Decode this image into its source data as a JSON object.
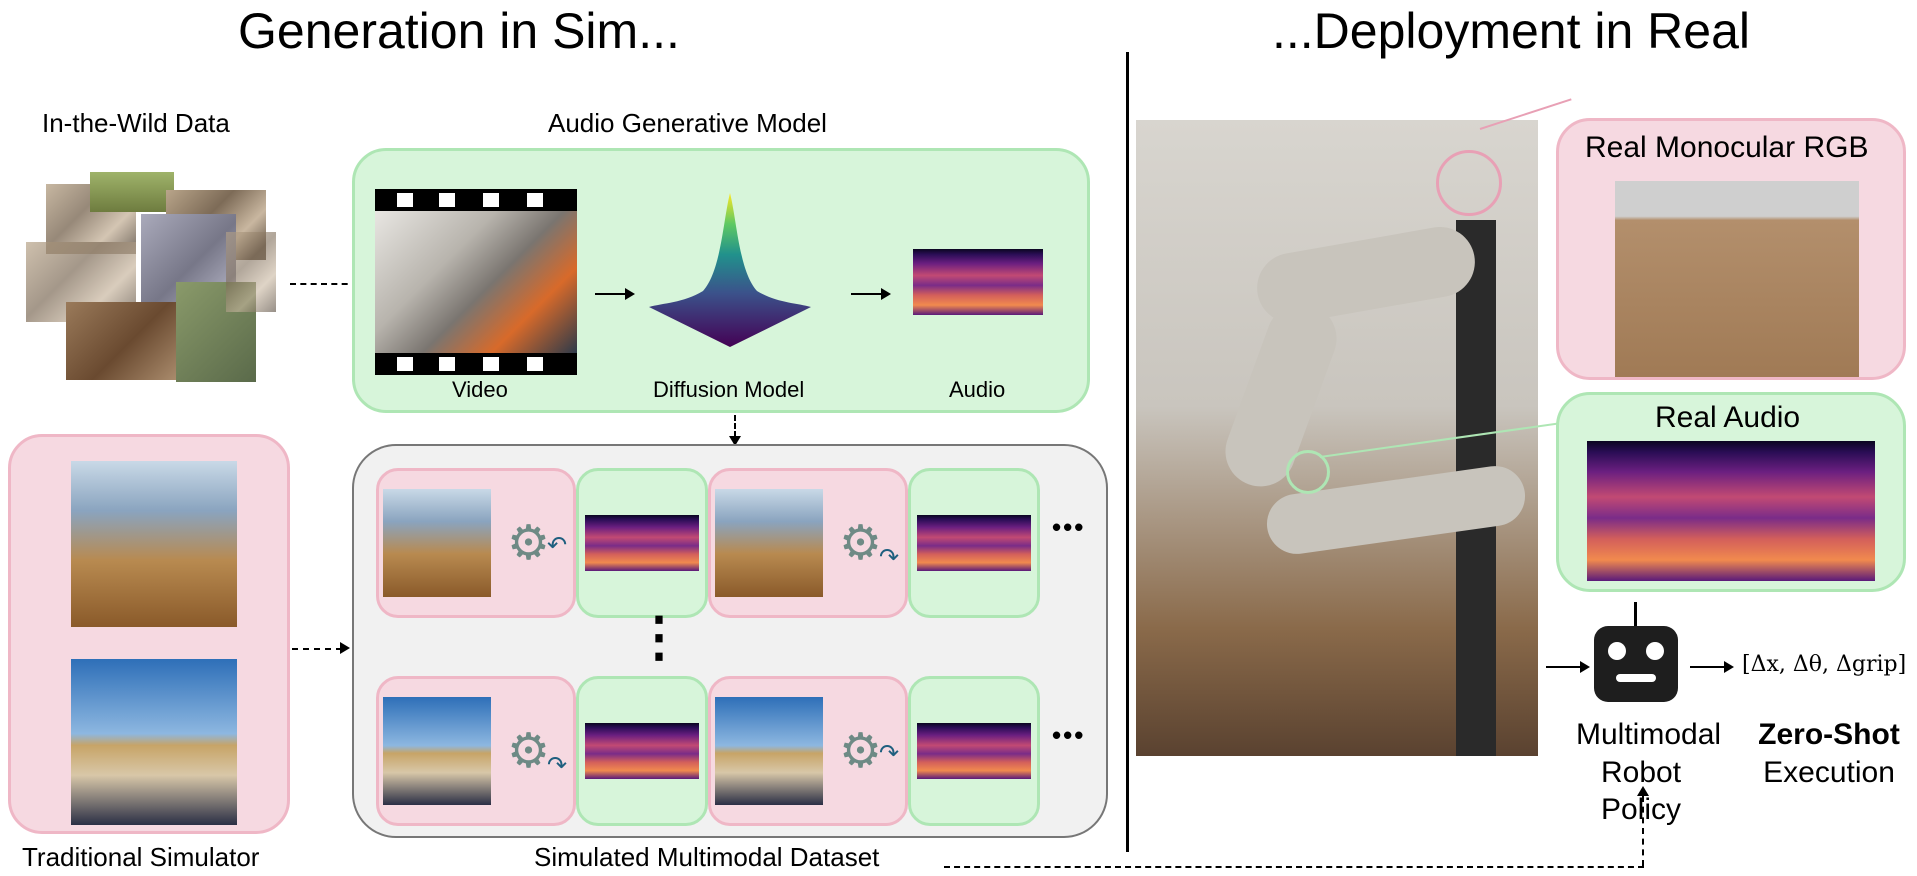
{
  "titles": {
    "left": "Generation in Sim...",
    "right": "...Deployment in Real"
  },
  "in_the_wild": {
    "label": "In-the-Wild Data"
  },
  "audio_model": {
    "label": "Audio Generative Model",
    "video_label": "Video",
    "diffusion_label": "Diffusion Model",
    "audio_label": "Audio"
  },
  "traditional_simulator": {
    "label": "Traditional Simulator"
  },
  "dataset": {
    "label": "Simulated Multimodal Dataset",
    "row_ellipsis": "•••",
    "col_ellipsis": "⋮"
  },
  "real": {
    "rgb_label": "Real Monocular RGB",
    "audio_label": "Real Audio"
  },
  "policy": {
    "label_line1": "Multimodal",
    "label_line2": "Robot Policy",
    "action": "[Δx, Δθ, Δgrip]",
    "exec_line1": "Zero-Shot",
    "exec_line2": "Execution"
  },
  "colors": {
    "pink_bg": "#f6d9e1",
    "green_bg": "#d7f5da",
    "gray_bg": "#f1f1f1",
    "robot_arm": "#6e8a85",
    "rotation_arrow": "#1f5f7f"
  }
}
